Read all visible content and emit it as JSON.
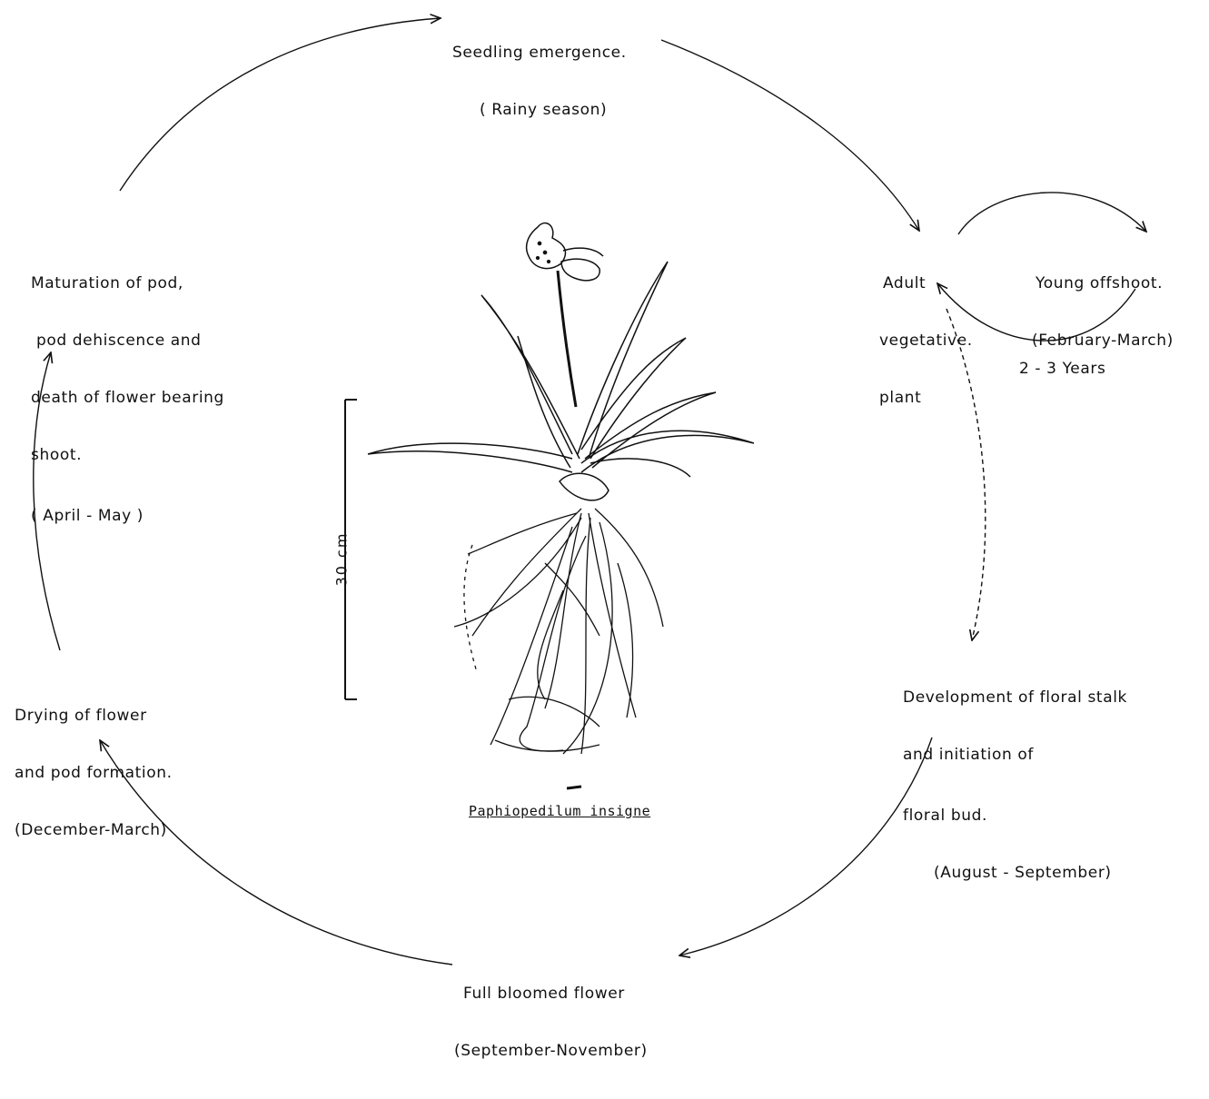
{
  "stages": {
    "seedling": {
      "line1": "Seedling emergence.",
      "line2": "( Rainy season)"
    },
    "adult": {
      "line1": "Adult",
      "line2": "vegetative.",
      "line3": "plant"
    },
    "offshoot": {
      "line1": "Young offshoot.",
      "line2": "(February-March)"
    },
    "offshoot_cycle": "2 - 3 Years",
    "floral": {
      "line1": "Development of floral stalk",
      "line2": "and initiation of",
      "line3": "floral bud.",
      "line4": "(August - September)"
    },
    "bloom": {
      "line1": "Full bloomed flower",
      "line2": "(September-November)"
    },
    "drying": {
      "line1": "Drying of flower",
      "line2": "and pod formation.",
      "line3": "(December-March)"
    },
    "maturation": {
      "line1": "Maturation of pod,",
      "line2": "pod dehiscence and",
      "line3": "death of flower bearing",
      "line4": "shoot.",
      "line5": "( April - May )"
    }
  },
  "illustration": {
    "species": "Paphiopedilum insigne",
    "scale_label": "30 cm"
  }
}
